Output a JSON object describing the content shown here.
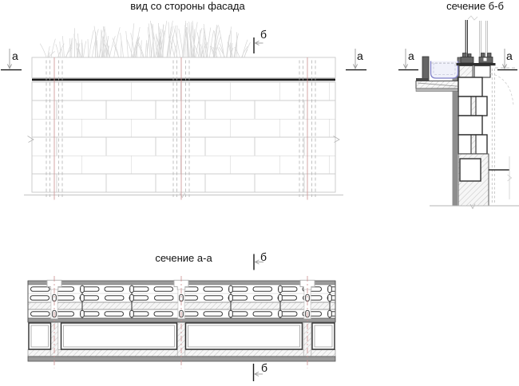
{
  "titles": {
    "facade": "вид со стороны фасада",
    "section_bb": "сечение б-б",
    "section_aa": "сечение а-а"
  },
  "markers": {
    "a": "а",
    "b": "б"
  },
  "colors": {
    "background": "#ffffff",
    "ink": "#2f2f2f",
    "line_light": "#c9c9c9",
    "dash_gray": "#b3b3b3",
    "axis_red": "#cc8f8f",
    "band_gray": "#9a9a9a",
    "steel_gray": "#666666",
    "hatch_gray": "#c6c6c6",
    "grass_gray": "#d6d6d6",
    "planter_blue": "#8080c8",
    "cap_black": "#1a1a1a",
    "text": "#111111"
  }
}
